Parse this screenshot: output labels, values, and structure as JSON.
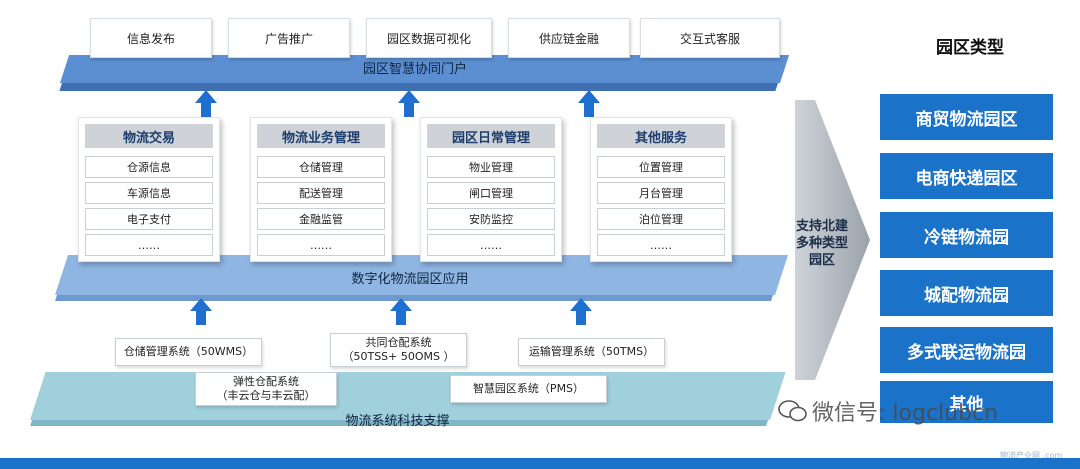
{
  "portal": {
    "tabs": [
      "信息发布",
      "广告推广",
      "园区数据可视化",
      "供应链金融",
      "交互式客服"
    ],
    "title": "园区智慧协同门户"
  },
  "modules": [
    {
      "title": "物流交易",
      "items": [
        "仓源信息",
        "车源信息",
        "电子支付",
        "……"
      ]
    },
    {
      "title": "物流业务管理",
      "items": [
        "仓储管理",
        "配送管理",
        "金融监管",
        "……"
      ]
    },
    {
      "title": "园区日常管理",
      "items": [
        "物业管理",
        "闸口管理",
        "安防监控",
        "……"
      ]
    },
    {
      "title": "其他服务",
      "items": [
        "位置管理",
        "月台管理",
        "泊位管理",
        "……"
      ]
    }
  ],
  "application_layer": {
    "title": "数字化物流园区应用"
  },
  "systems": {
    "wms": "仓储管理系统（50WMS）",
    "tss_line1": "共同仓配系统",
    "tss_line2": "（50TSS+ 50OMS ）",
    "tms": "运输管理系统（50TMS）",
    "elastic_line1": "弹性仓配系统",
    "elastic_line2": "（丰云仓与丰云配）",
    "pms": "智慧园区系统（PMS）"
  },
  "tech_layer": {
    "title": "物流系统科技支撑"
  },
  "support": {
    "text": "支持北建多种类型园区"
  },
  "park_types": {
    "title": "园区类型",
    "items": [
      "商贸物流园区",
      "电商快递园区",
      "冷链物流园",
      "城配物流园",
      "多式联运物流园",
      "其他"
    ]
  },
  "watermark": {
    "text": "微信号: logclubcn",
    "small": "物流产业网 .com"
  },
  "colors": {
    "accent": "#1a72c9",
    "slab_top": "#5b8fd1",
    "slab_mid": "#8fb6e3",
    "slab_bottom": "#9fd0dc"
  }
}
